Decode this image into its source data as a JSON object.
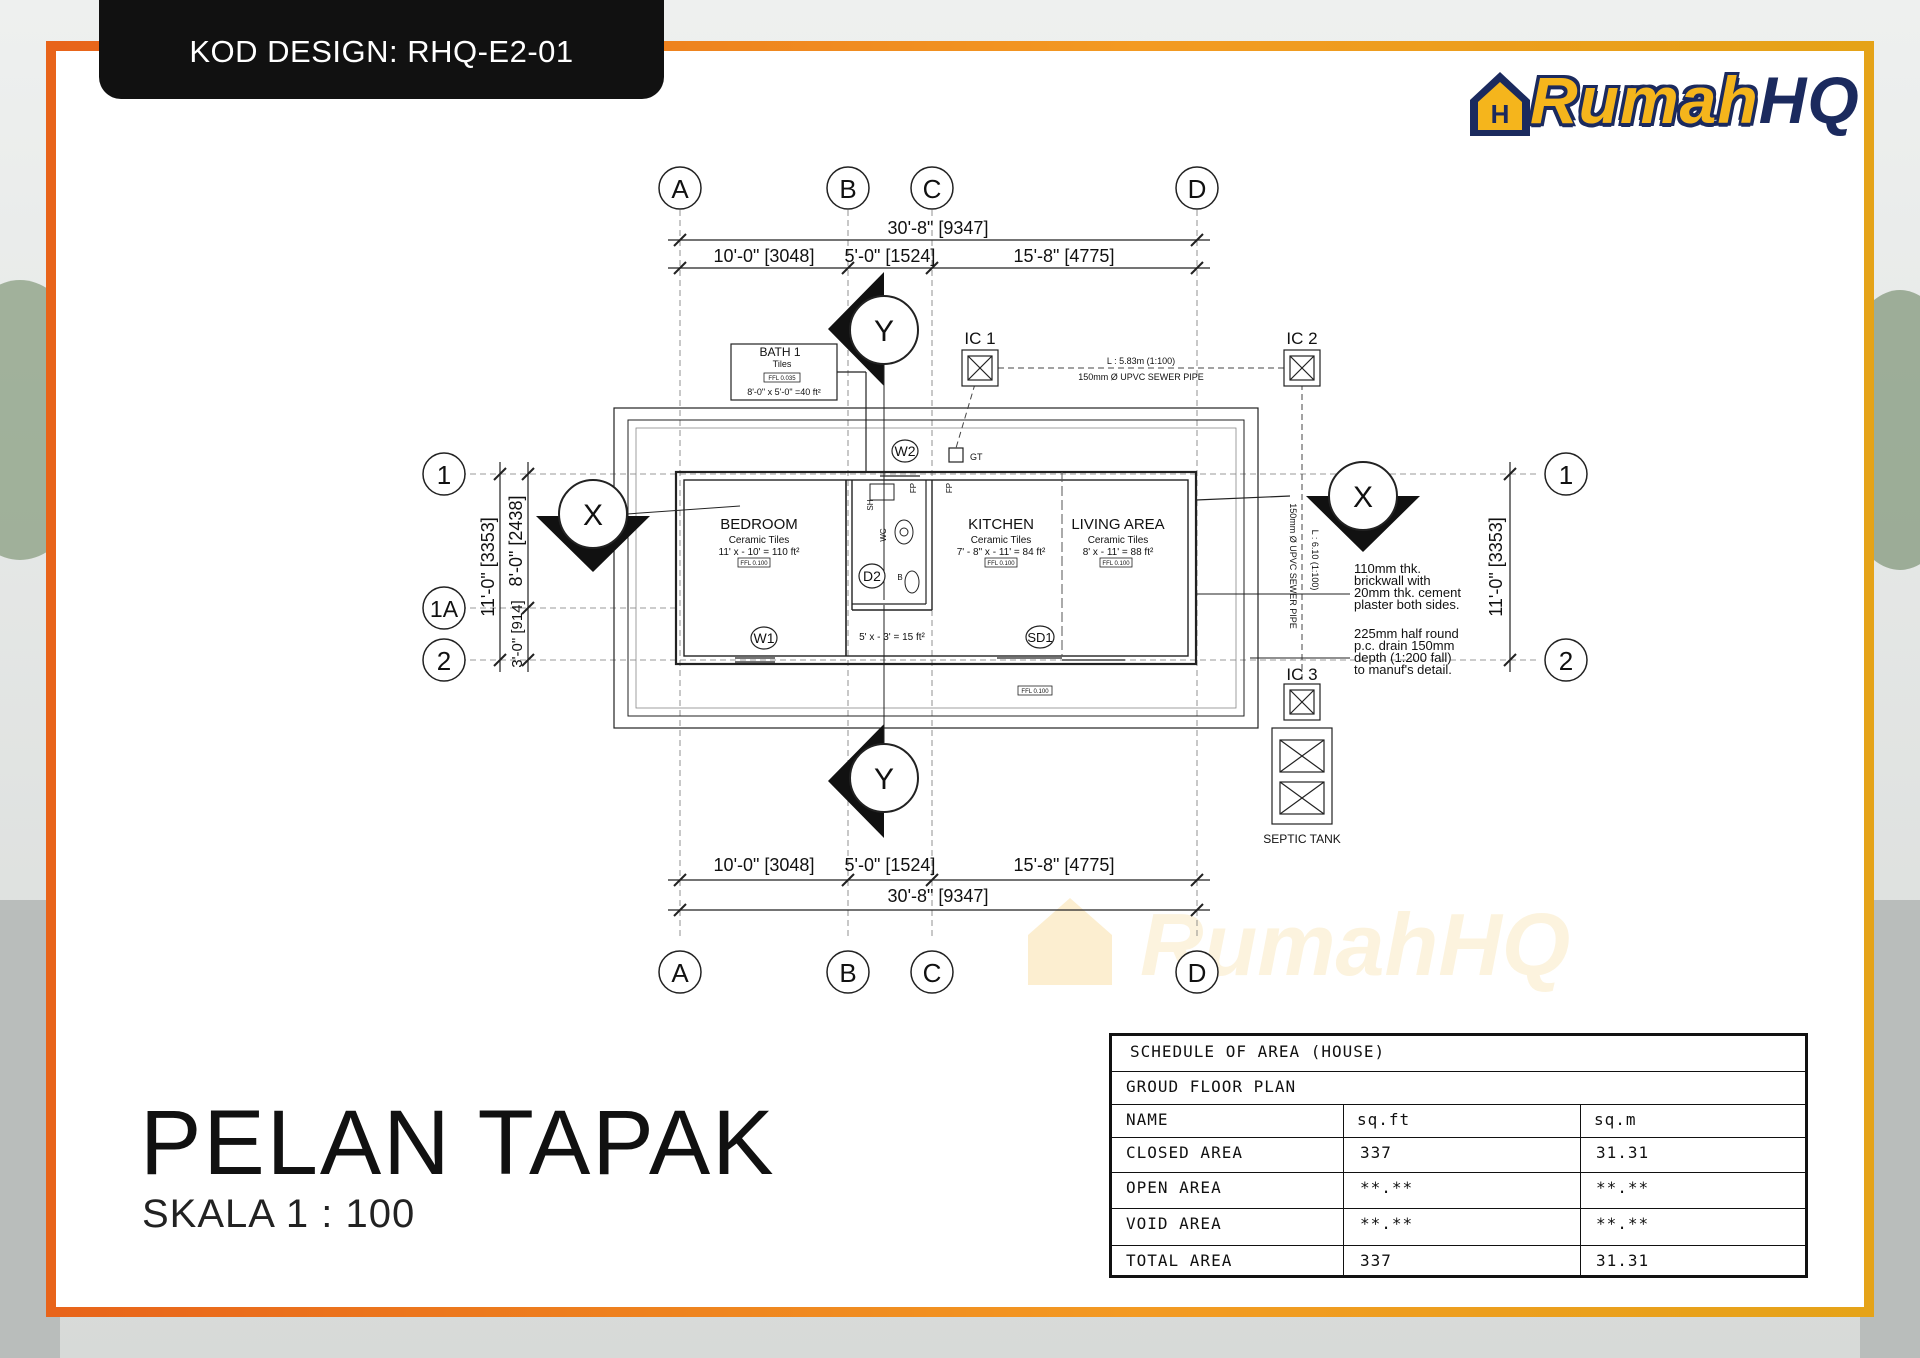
{
  "header": {
    "design_code": "KOD DESIGN: RHQ-E2-01"
  },
  "brand": {
    "name_part1": "Rumah",
    "name_part2": "HQ",
    "watermark": "RumahHQ",
    "color_primary": "#f5b51c",
    "color_secondary": "#1b2a5e"
  },
  "accent_color": "#f07a1e",
  "title": {
    "main": "PELAN TAPAK",
    "scale": "SKALA 1 : 100"
  },
  "grid": {
    "cols": [
      "A",
      "B",
      "C",
      "D"
    ],
    "rows_left": [
      "1",
      "1A",
      "2"
    ],
    "rows_right": [
      "1",
      "2"
    ],
    "top_total": "30'-8\" [9347]",
    "bottom_total": "30'-8\" [9347]",
    "top_segments": [
      "10'-0\" [3048]",
      "5'-0\" [1524]",
      "15'-8\" [4775]"
    ],
    "bottom_segments": [
      "10'-0\" [3048]",
      "5'-0\" [1524]",
      "15'-8\" [4775]"
    ],
    "left_dims": [
      "11'-0\" [3353]",
      "8'-0\" [2438]",
      "3'-0\" [914]"
    ],
    "right_dim": "11'-0\" [3353]"
  },
  "sections": {
    "x": "X",
    "y": "Y"
  },
  "rooms": {
    "bedroom": {
      "name": "BEDROOM",
      "finish": "Ceramic Tiles",
      "size": "11' x - 10' = 110 ft²",
      "ffl": "FFL 0.100"
    },
    "kitchen": {
      "name": "KITCHEN",
      "finish": "Ceramic Tiles",
      "size": "7' - 8\" x - 11' = 84 ft²",
      "ffl": "FFL 0.100"
    },
    "living": {
      "name": "LIVING AREA",
      "finish": "Ceramic Tiles",
      "size": "8' x - 11' = 88 ft²",
      "ffl": "FFL 0.100"
    },
    "bath": {
      "name": "BATH 1",
      "finish": "Tiles",
      "ffl": "FFL 0.035",
      "size": "8'-0\" x 5'-0\" =40 ft²"
    },
    "bath_area": "5' x - 3' = 15 ft²",
    "wc": "WC",
    "sh": "SH",
    "apron_ffl": "FFL 0.100"
  },
  "openings": {
    "w1": "W1",
    "w2": "W2",
    "d2": "D2",
    "sd1": "SD1",
    "gt": "GT",
    "fp1": "FP",
    "fp2": "FP",
    "b": "B"
  },
  "drainage": {
    "ic1": "IC 1",
    "ic2": "IC 2",
    "ic3": "IC 3",
    "pipe_top_1": "L : 5.83m (1:100)",
    "pipe_top_2": "150mm Ø UPVC SEWER PIPE",
    "pipe_side_1": "L : 6.10 (1:100)",
    "pipe_side_2": "150mm Ø UPVC SEWER PIPE",
    "septic": "SEPTIC TANK"
  },
  "notes": {
    "wall": [
      "110mm thk.",
      "brickwall with",
      "20mm thk. cement",
      "plaster both sides."
    ],
    "drain": [
      "225mm half round",
      "p.c. drain 150mm",
      "depth (1:200 fall)",
      "to manuf's detail."
    ]
  },
  "schedule": {
    "title": "SCHEDULE OF AREA (HOUSE)",
    "subtitle": "GROUD FLOOR PLAN",
    "headers": [
      "NAME",
      "sq.ft",
      "sq.m"
    ],
    "rows": [
      [
        "CLOSED AREA",
        "337",
        "31.31"
      ],
      [
        "OPEN AREA",
        "**.**",
        "**.**"
      ],
      [
        "VOID AREA",
        "**.**",
        "**.**"
      ],
      [
        "TOTAL AREA",
        "337",
        "31.31"
      ]
    ]
  }
}
